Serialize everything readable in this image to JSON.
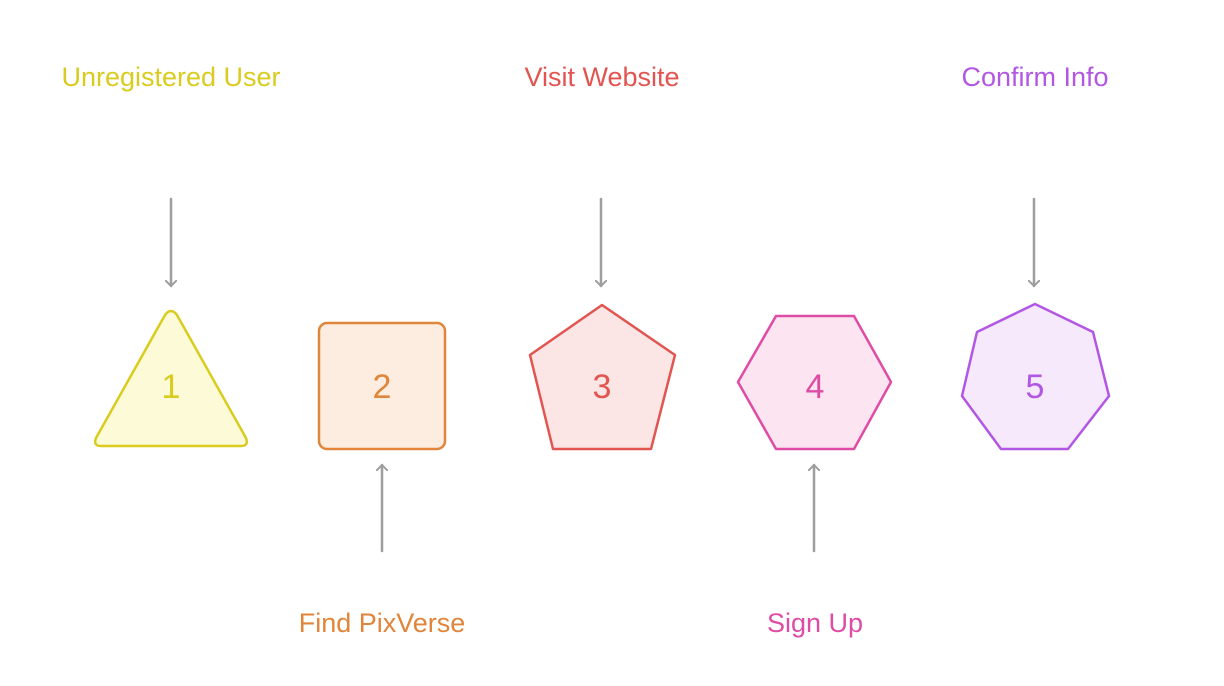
{
  "steps": [
    {
      "number": "1",
      "label": "Unregistered User",
      "shape": "triangle-icon",
      "stroke": "#D9CC1F",
      "fill": "#FCFAD7",
      "label_position": "top"
    },
    {
      "number": "2",
      "label": "Find PixVerse",
      "shape": "square-icon",
      "stroke": "#E0853A",
      "fill": "#FDEDE1",
      "label_position": "bottom"
    },
    {
      "number": "3",
      "label": "Visit Website",
      "shape": "pentagon-icon",
      "stroke": "#E25450",
      "fill": "#FCE6E5",
      "label_position": "top"
    },
    {
      "number": "4",
      "label": "Sign Up",
      "shape": "hexagon-icon",
      "stroke": "#DE4CA5",
      "fill": "#FCE4F1",
      "label_position": "bottom"
    },
    {
      "number": "5",
      "label": "Confirm Info",
      "shape": "heptagon-icon",
      "stroke": "#B257E4",
      "fill": "#F6E9FC",
      "label_position": "top"
    }
  ],
  "connector_color": "#9E9E9E"
}
